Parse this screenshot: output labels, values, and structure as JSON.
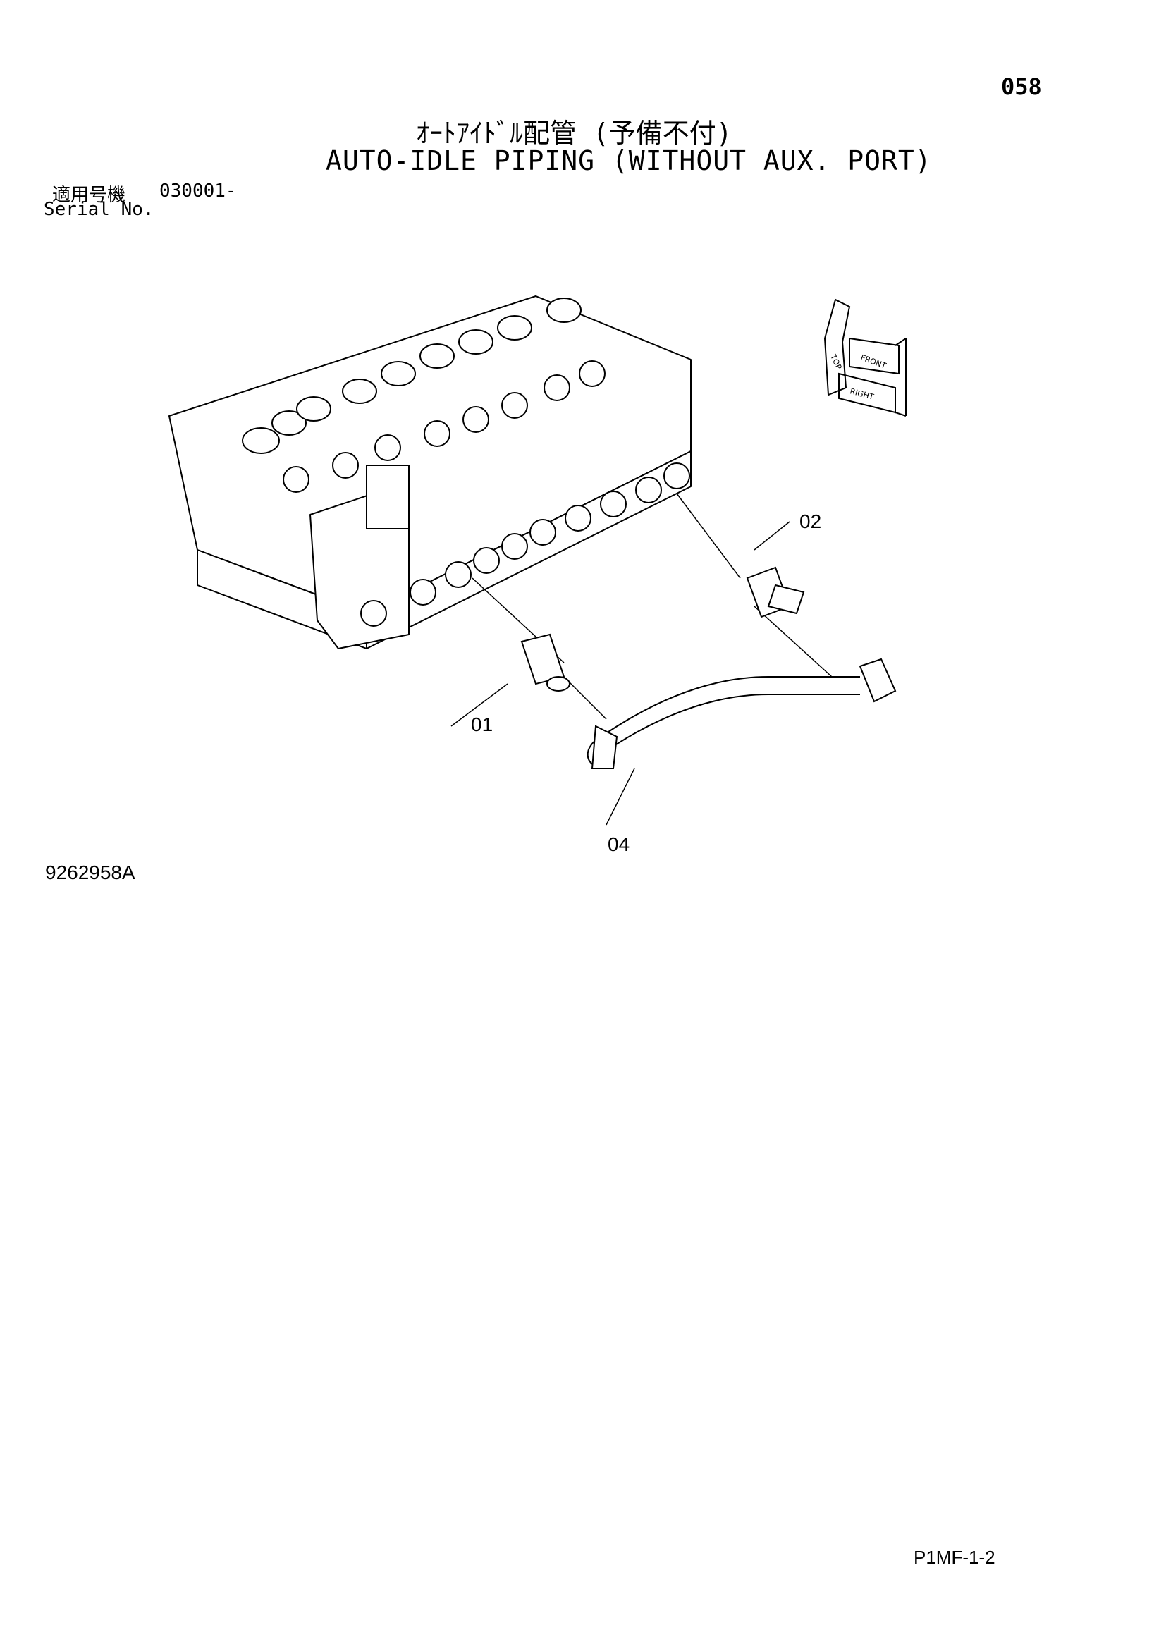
{
  "header": {
    "page_number": "058",
    "title_jp": "ｵｰﾄｱｲﾄﾞﾙ配管 (予備不付)",
    "title_en": "AUTO-IDLE PIPING (WITHOUT AUX. PORT)"
  },
  "serial": {
    "label_jp": "適用号機",
    "value": "030001-",
    "label_en": "Serial No."
  },
  "orientation": {
    "top": "TOP",
    "front": "FRONT",
    "right": "RIGHT"
  },
  "callouts": [
    "01",
    "02",
    "04"
  ],
  "drawing_number": "9262958A",
  "footer_code": "P1MF-1-2"
}
